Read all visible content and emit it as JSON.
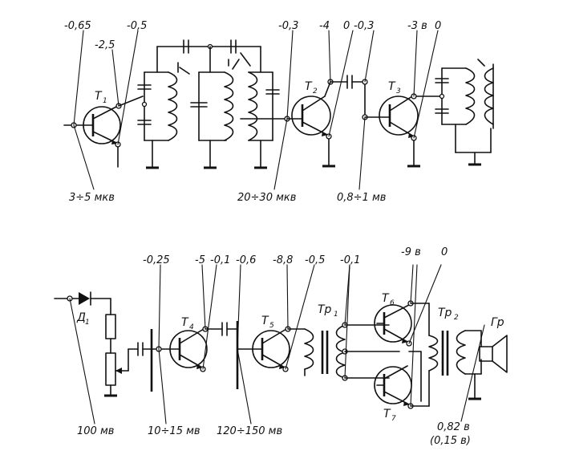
{
  "stage1": {
    "v_minus065": "-0,65",
    "v_minus25": "-2,5",
    "v_minus05": "-0,5",
    "input_level": "3÷5 мкв",
    "t1": "T",
    "t1_sub": "1"
  },
  "stage2": {
    "v_minus03a": "-0,3",
    "v_minus4": "-4",
    "v_0a": "0",
    "v_minus03b": "-0,3",
    "v_minus3v": "-3 в",
    "v_0b": "0",
    "level_if1": "20÷30 мкв",
    "level_if2": "0,8÷1 мв",
    "t2": "T",
    "t2_sub": "2",
    "t3": "T",
    "t3_sub": "3"
  },
  "stage3": {
    "d1": "Д",
    "d1_sub": "1",
    "v_minus025": "-0,25",
    "v_minus5": "-5",
    "v_minus01a": "-0,1",
    "v_minus06": "-0,6",
    "v_minus88": "-8,8",
    "v_minus05b": "-0,5",
    "v_minus01b": "-0,1",
    "v_minus9v": "-9 в",
    "v_0c": "0",
    "t4": "T",
    "t4_sub": "4",
    "t5": "T",
    "t5_sub": "5",
    "t6": "T",
    "t6_sub": "6",
    "t7": "T",
    "t7_sub": "7",
    "tr1": "Tр",
    "tr1_sub": "1",
    "tr2": "Tр",
    "tr2_sub": "2",
    "speaker": "Гр",
    "level_det": "100 мв",
    "level_af1": "10÷15 мв",
    "level_af2": "120÷150 мв",
    "level_out": "0,82 в",
    "level_out_alt": "(0,15 в)"
  }
}
